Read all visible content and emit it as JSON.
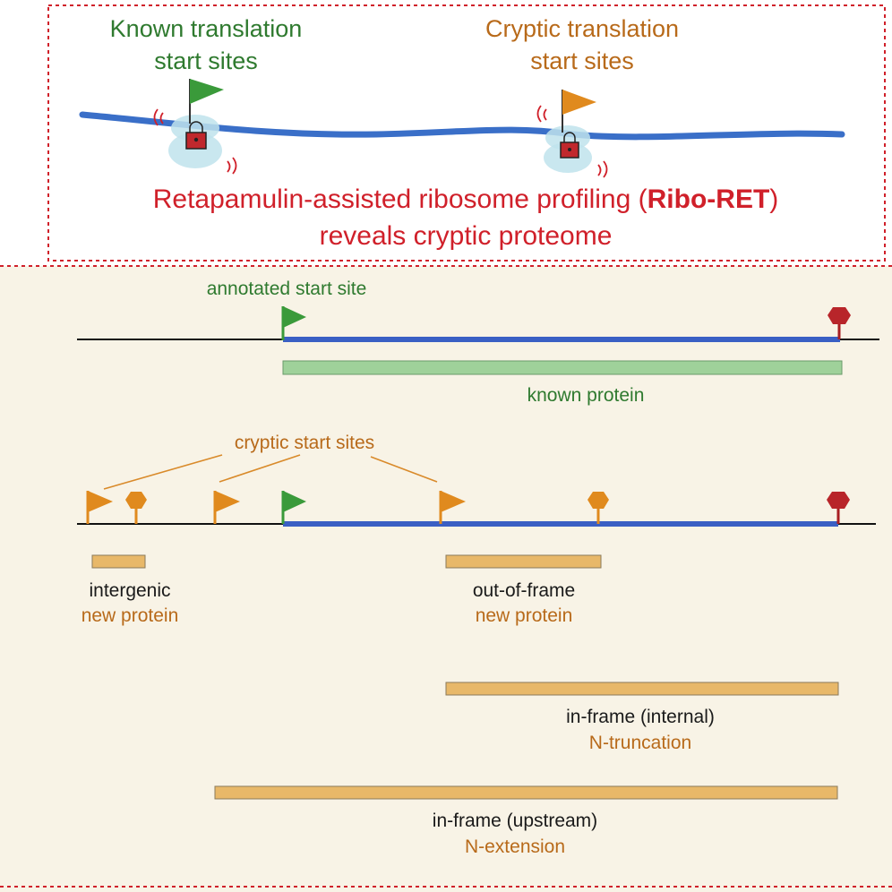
{
  "top": {
    "known_label_line1": "Known translation",
    "known_label_line2": "start sites",
    "cryptic_label_line1": "Cryptic translation",
    "cryptic_label_line2": "start sites",
    "headline_pre": "Retapamulin-assisted ribosome profiling (",
    "headline_bold": "Ribo-RET",
    "headline_post": ")",
    "subheadline": "reveals cryptic proteome"
  },
  "bottom": {
    "annotated_label": "annotated start site",
    "known_protein_label": "known protein",
    "cryptic_label": "cryptic start sites",
    "intergenic_line1": "intergenic",
    "intergenic_line2": "new protein",
    "outframe_line1": "out-of-frame",
    "outframe_line2": "new protein",
    "internal_line1": "in-frame (internal)",
    "internal_line2": "N-truncation",
    "upstream_line1": "in-frame (upstream)",
    "upstream_line2": "N-extension"
  },
  "colors": {
    "green": "#3a9a3a",
    "orange": "#e08a1e",
    "red": "#c0282d",
    "blue": "#3a5fc4",
    "panel_bg": "#f8f3e6",
    "known_bar": "#9fd19a",
    "new_bar": "#e8b869"
  }
}
